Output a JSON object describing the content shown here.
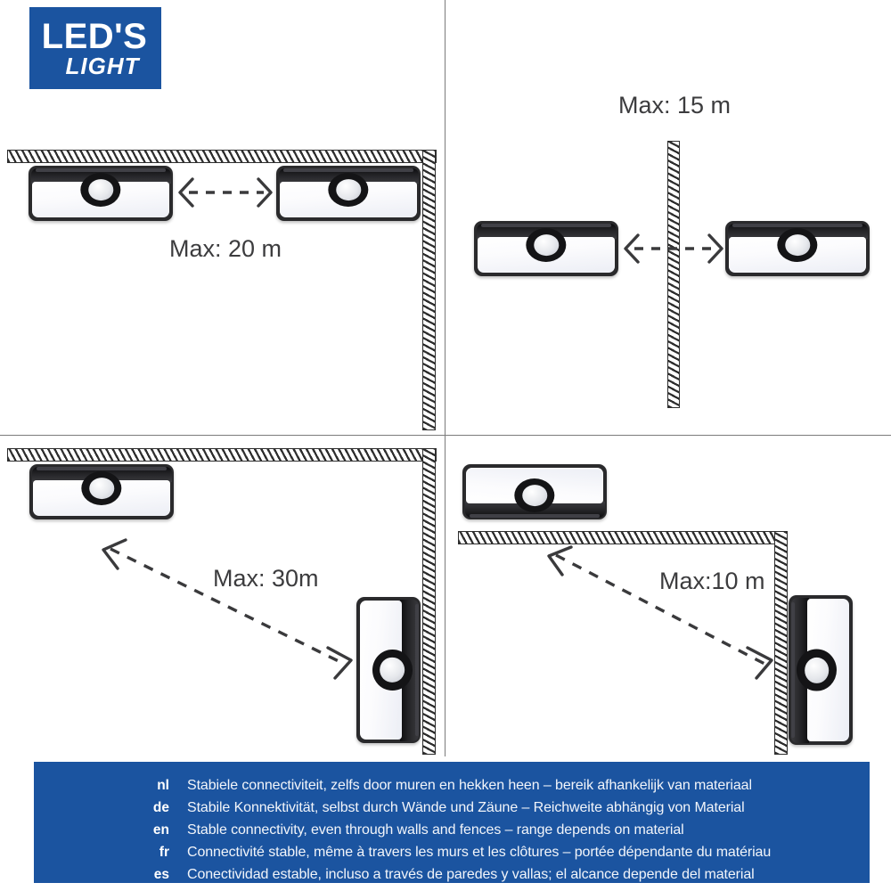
{
  "logo": {
    "line1": "LED'S",
    "line2": "LIGHT",
    "brand_color": "#1b54a0"
  },
  "panels": [
    {
      "id": "top-left",
      "label": "Max: 20 m",
      "scenario": "two wall lamps mounted side by side under a ceiling on the same wall",
      "arrow": "double-headed-horizontal-dashed"
    },
    {
      "id": "top-right",
      "label": "Max: 15 m",
      "scenario": "two wall lamps separated by a hatched wall, signal passes through",
      "arrow": "double-headed-horizontal-dashed"
    },
    {
      "id": "bottom-left",
      "label": "Max: 30m",
      "scenario": "lamp on ceiling wall and lamp on perpendicular side wall inside a corner",
      "arrow": "double-headed-diagonal-dashed"
    },
    {
      "id": "bottom-right",
      "label": "Max:10 m",
      "scenario": "lamp outside the corner and lamp on the side wall, signal crosses the corner",
      "arrow": "double-headed-diagonal-dashed"
    }
  ],
  "footer": {
    "background_color": "#1b54a0",
    "rows": [
      {
        "code": "nl",
        "text": "Stabiele connectiviteit, zelfs door muren en hekken heen – bereik afhankelijk van materiaal"
      },
      {
        "code": "de",
        "text": "Stabile Konnektivität, selbst durch Wände und Zäune – Reichweite abhängig von Material"
      },
      {
        "code": "en",
        "text": "Stable connectivity, even through walls and fences – range depends on material"
      },
      {
        "code": "fr",
        "text": "Connectivité stable, même à travers les murs et les clôtures – portée dépendante du matériau"
      },
      {
        "code": "es",
        "text": "Conectividad estable, incluso a través de paredes y vallas; el alcance depende del material"
      }
    ]
  }
}
